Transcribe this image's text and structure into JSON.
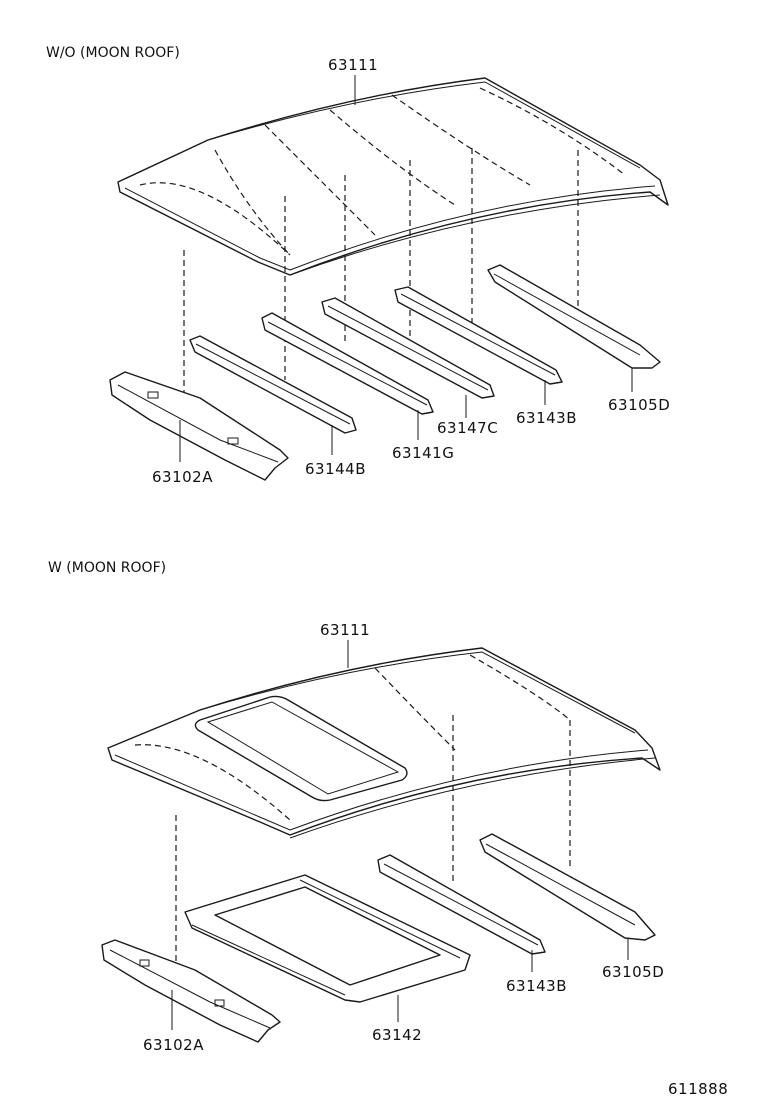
{
  "sections": {
    "without_moon_roof": "W/O (MOON  ROOF)",
    "with_moon_roof": "W (MOON  ROOF)"
  },
  "parts_top": {
    "roof_panel": "63111",
    "front_header": "63102A",
    "bow_1": "63144B",
    "bow_2": "63141G",
    "bow_3": "63147C",
    "bow_4": "63143B",
    "rear_header": "63105D"
  },
  "parts_bottom": {
    "roof_panel": "63111",
    "front_header": "63102A",
    "moonroof_reinforcement": "63142",
    "bow": "63143B",
    "rear_header": "63105D"
  },
  "figure_number": "611888"
}
